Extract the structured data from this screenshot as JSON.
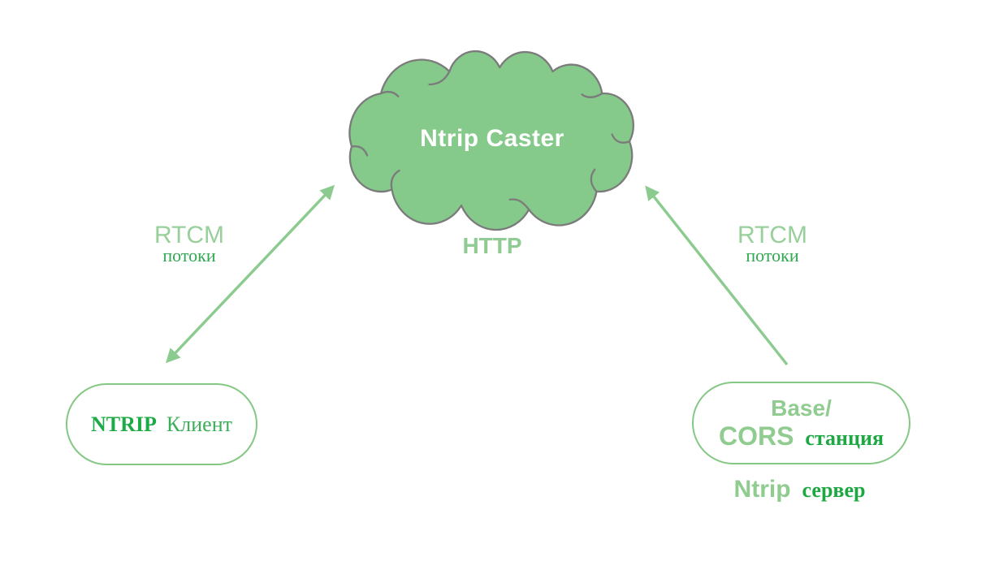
{
  "cloud": {
    "label": "Ntrip Caster"
  },
  "http_label": "HTTP",
  "links": {
    "left": {
      "protocol": "RTCM",
      "streams": "потоки"
    },
    "right": {
      "protocol": "RTCM",
      "streams": "потоки"
    }
  },
  "nodes": {
    "client": {
      "name": "NTRIP",
      "role": "Клиент"
    },
    "base": {
      "line1": "Base/",
      "name": "CORS",
      "role": "станция"
    },
    "server": {
      "name": "Ntrip",
      "role": "сервер"
    }
  },
  "colors": {
    "background": "#FFFFFF",
    "cloud_fill": "#85C98B",
    "cloud_outline": "#7B7B7B",
    "accent_light": "#90CB90",
    "accent_dark": "#1EA843",
    "arrow": "#8CCB8F",
    "cloud_text": "#FFFFFF"
  }
}
